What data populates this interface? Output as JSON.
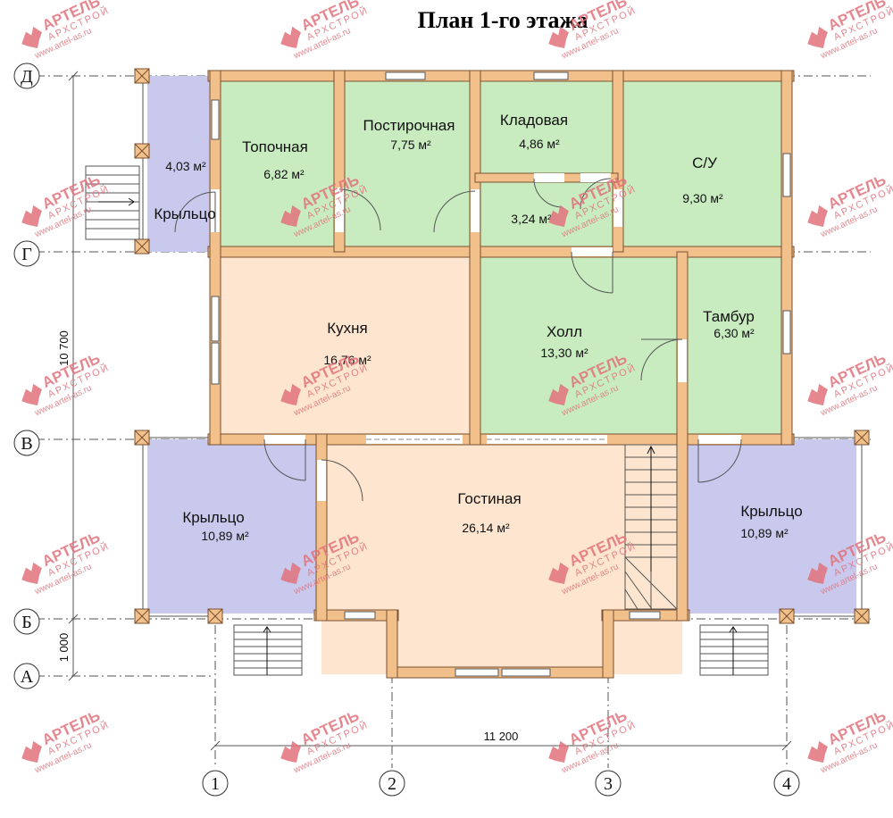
{
  "title": "План 1-го этажа",
  "colors": {
    "room_green": "#c8ecc0",
    "room_peach": "#fde5cf",
    "room_lavender": "#c9c9ee",
    "wall": "#f2c08a",
    "wall_stroke": "#7a5030",
    "watermark": "#e2737d"
  },
  "rooms": {
    "topochnaya": {
      "name": "Топочная",
      "area": "6,82 м²"
    },
    "postirochnaya": {
      "name": "Постирочная",
      "area": "7,75 м²"
    },
    "kladovaya": {
      "name": "Кладовая",
      "area": "4,86 м²"
    },
    "su": {
      "name": "С/У",
      "area": "9,30 м²"
    },
    "corridor": {
      "area": "3,24 м²"
    },
    "kryltso_top": {
      "name": "Крыльцо",
      "area": "4,03 м²"
    },
    "kukhnya": {
      "name": "Кухня",
      "area": "16,76 м²"
    },
    "holl": {
      "name": "Холл",
      "area": "13,30 м²"
    },
    "tambur": {
      "name": "Тамбур",
      "area": "6,30 м²"
    },
    "gostinaya": {
      "name": "Гостиная",
      "area": "26,14 м²"
    },
    "kryltso_left": {
      "name": "Крыльцо",
      "area": "10,89 м²"
    },
    "kryltso_right": {
      "name": "Крыльцо",
      "area": "10,89 м²"
    }
  },
  "axes": {
    "rows": [
      "Д",
      "Г",
      "В",
      "Б",
      "А"
    ],
    "cols": [
      "1",
      "2",
      "3",
      "4"
    ]
  },
  "dimensions": {
    "horizontal": "11 200",
    "vertical_main": "10 700",
    "vertical_small": "1 000"
  },
  "watermark": {
    "brand": "АРТЕЛЬ",
    "sub": "АРХСТРОЙ",
    "url": "www.artel-as.ru"
  }
}
